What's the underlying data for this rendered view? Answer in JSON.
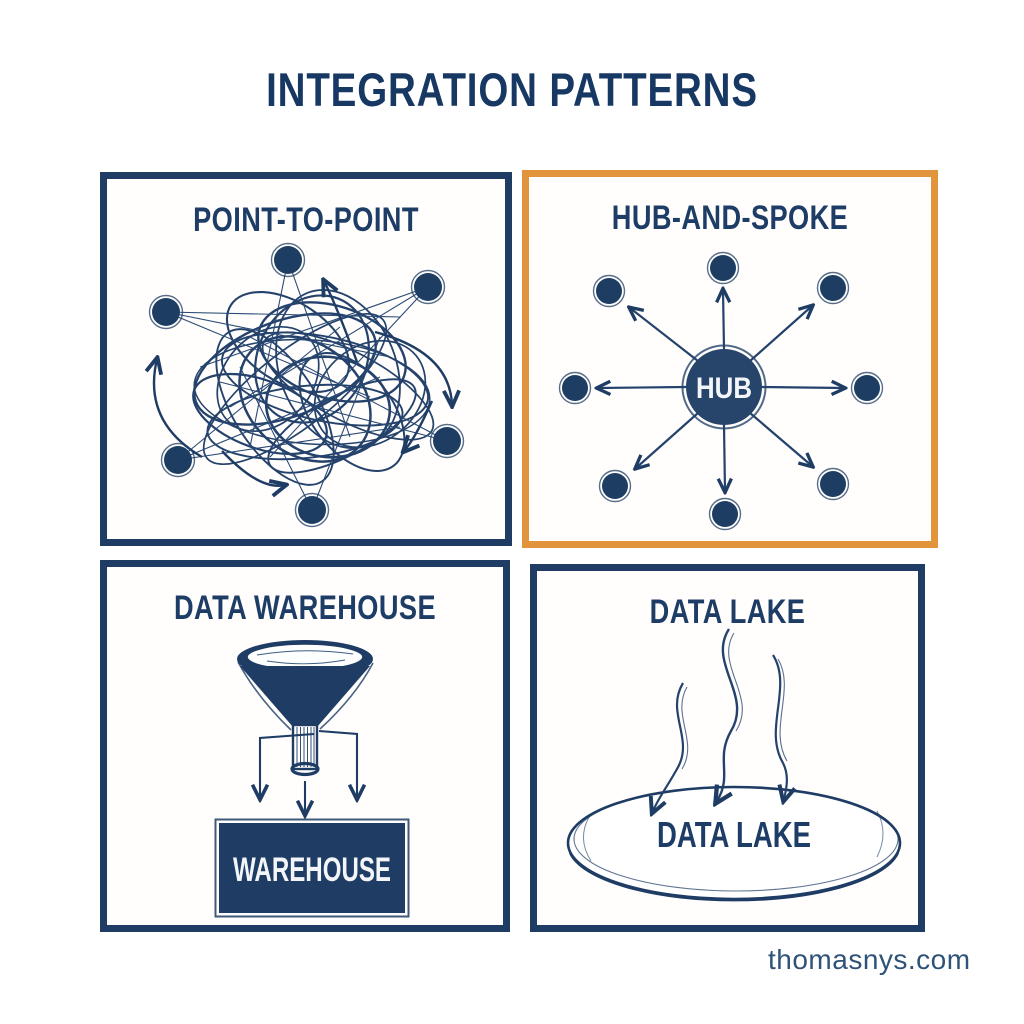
{
  "title": "INTEGRATION PATTERNS",
  "watermark": "thomasnys.com",
  "colors": {
    "navy": "#1e3c64",
    "navy_text": "#173863",
    "orange_accent": "#e2943c",
    "watermark_blue": "#2e5278",
    "background": "#ffffff",
    "label_on_dark": "#f3f5f8"
  },
  "quadrants": [
    {
      "id": "point-to-point",
      "label": "POINT-TO-POINT",
      "border": "navy",
      "description": "tangled mesh of arrows between 6 nodes",
      "node_count": 6
    },
    {
      "id": "hub-and-spoke",
      "label": "HUB-AND-SPOKE",
      "border": "orange",
      "hub_label": "HUB",
      "description": "central hub with 8 outward spokes",
      "spoke_count": 8
    },
    {
      "id": "data-warehouse",
      "label": "DATA WAREHOUSE",
      "box_label": "WAREHOUSE",
      "description": "funnel pouring into warehouse box",
      "arrow_count": 3
    },
    {
      "id": "data-lake",
      "label": "DATA LAKE",
      "lake_label": "DATA LAKE",
      "description": "three streams flowing into a lake",
      "stream_count": 3
    }
  ]
}
